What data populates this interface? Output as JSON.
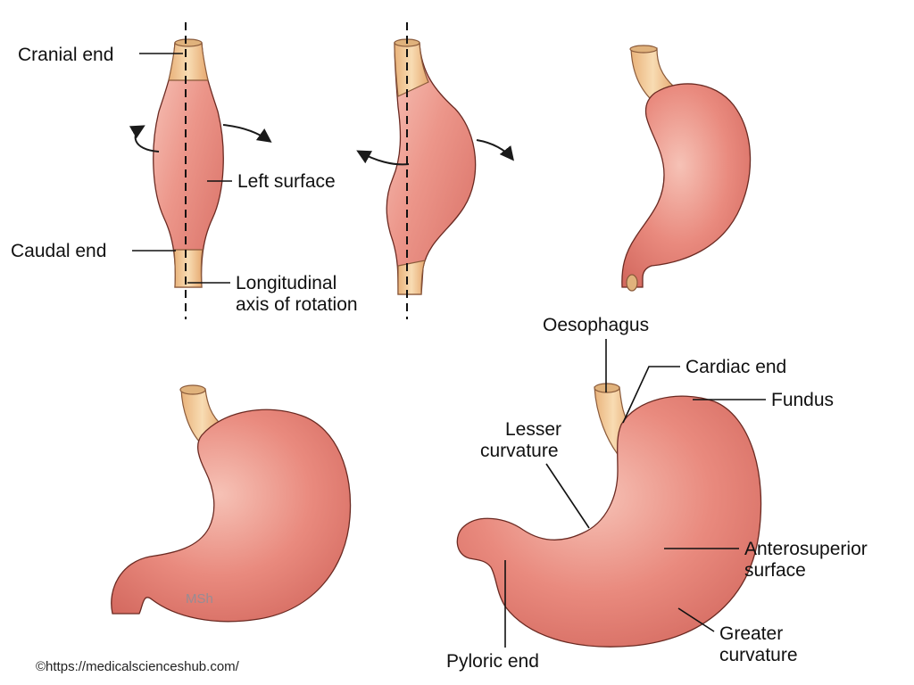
{
  "labels": {
    "cranial_end": "Cranial end",
    "left_surface": "Left surface",
    "caudal_end": "Caudal end",
    "axis_line1": "Longitudinal",
    "axis_line2": "axis of rotation",
    "oesophagus": "Oesophagus",
    "cardiac_end": "Cardiac end",
    "fundus": "Fundus",
    "lesser_line1": "Lesser",
    "lesser_line2": "curvature",
    "antero_line1": "Anterosuperior",
    "antero_line2": "surface",
    "greater_line1": "Greater",
    "greater_line2": "curvature",
    "pyloric_end": "Pyloric end"
  },
  "watermark": "MSh",
  "credit": "©https://medicalscienceshub.com/",
  "colors": {
    "stomach_fill": "#e98a7e",
    "stomach_highlight": "#f6c2b6",
    "stomach_edge": "#6b2a22",
    "oesophagus_fill": "#f0c58f",
    "text": "#111111"
  }
}
